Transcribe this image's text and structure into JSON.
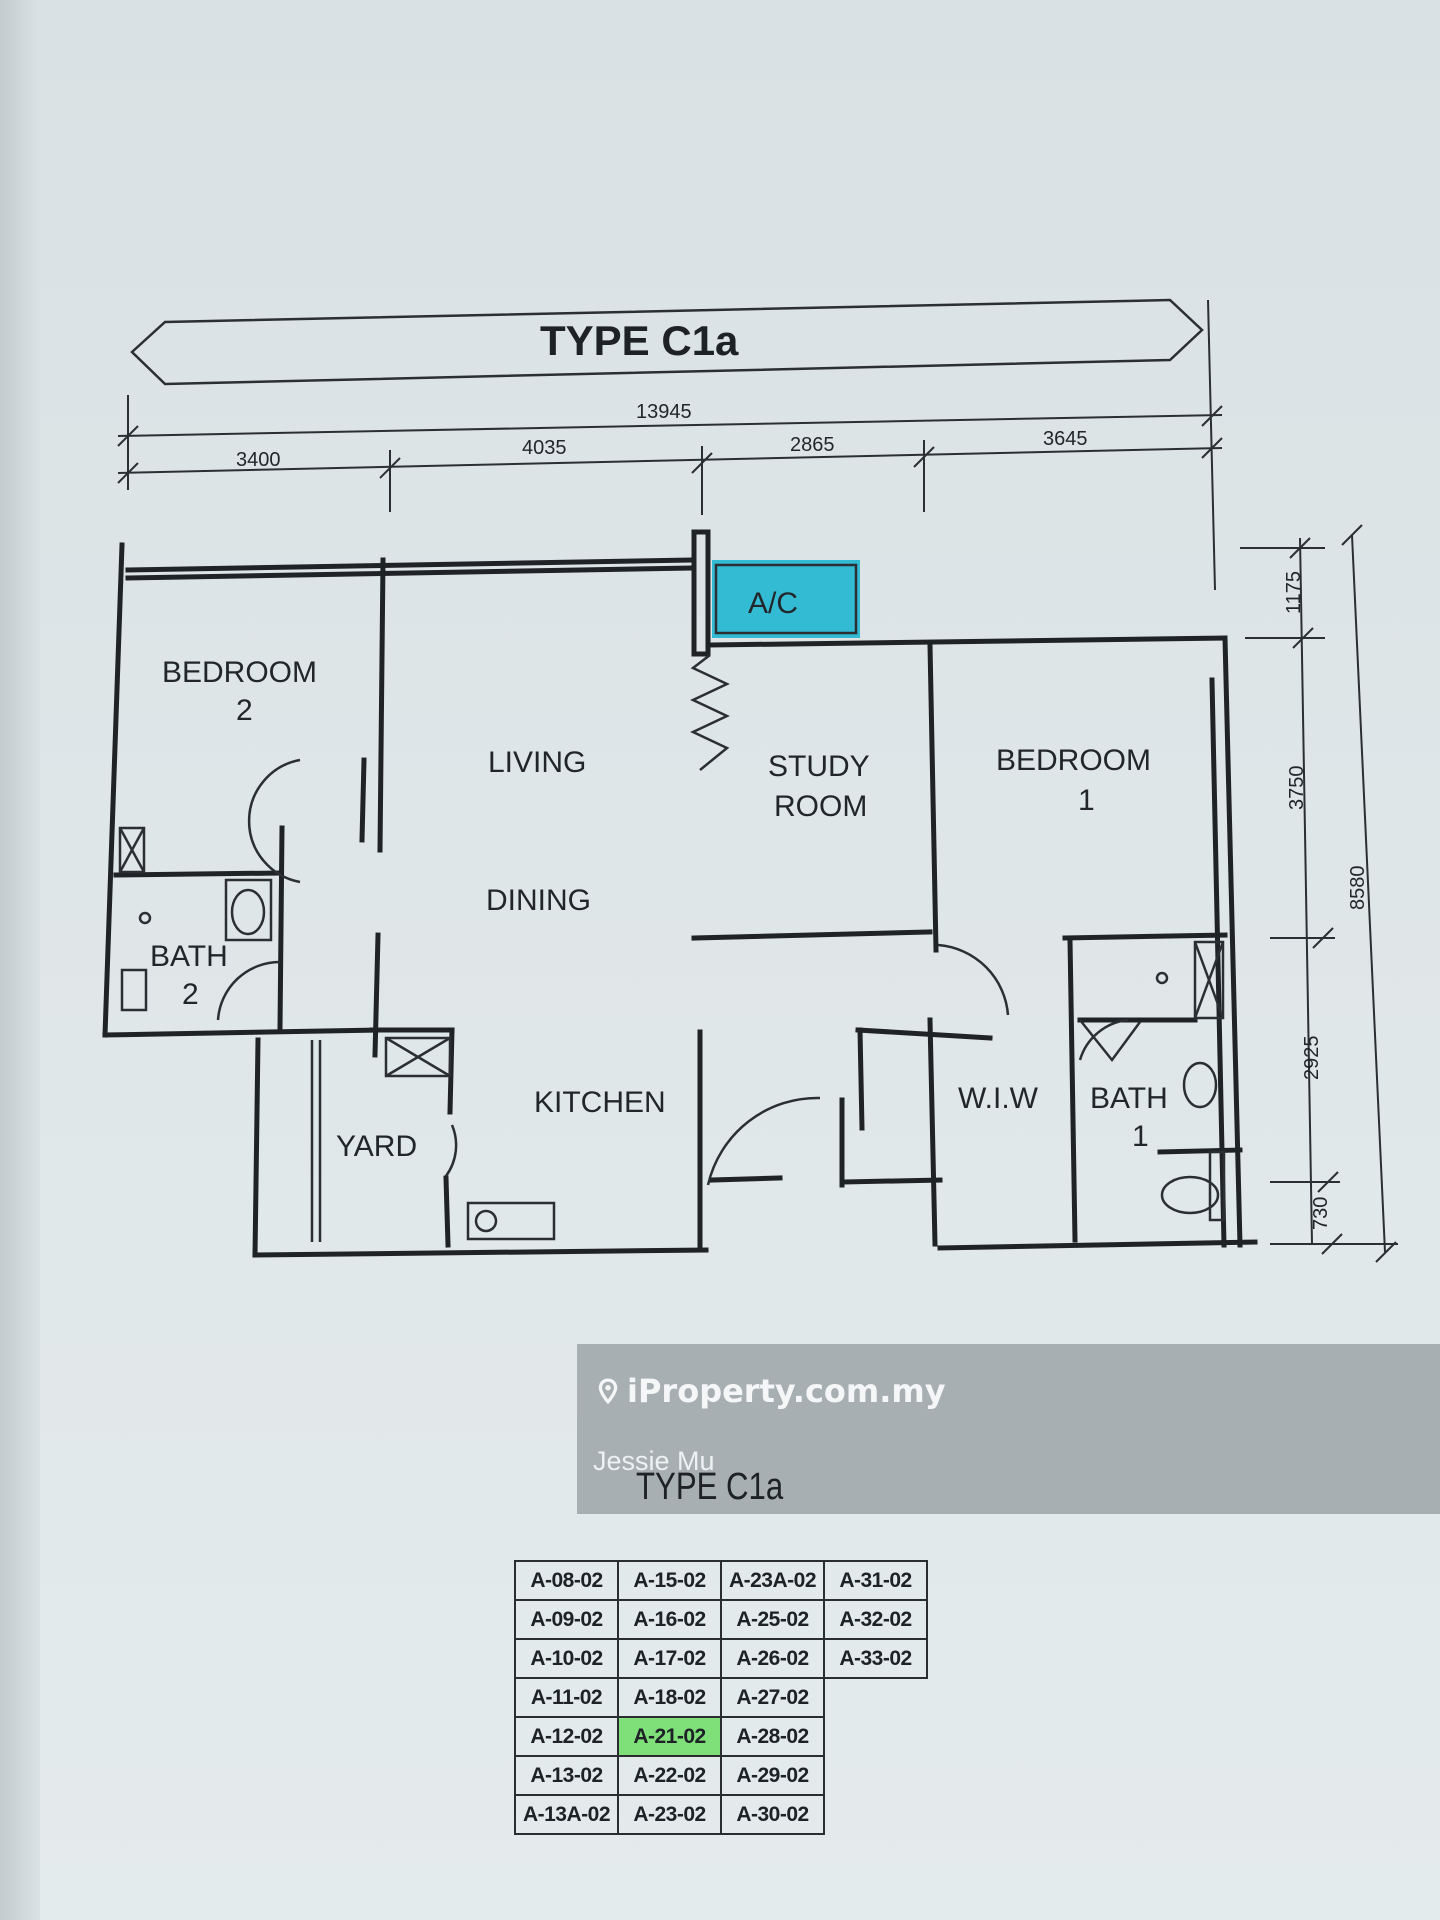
{
  "plan": {
    "title": "TYPE C1a",
    "dimensions": {
      "total_width": "13945",
      "segments": [
        "3400",
        "4035",
        "2865",
        "3645"
      ],
      "right_segments": [
        "1175",
        "3750",
        "2925",
        "730"
      ],
      "total_depth": "8580"
    },
    "rooms": {
      "bedroom2_line1": "BEDROOM",
      "bedroom2_line2": "2",
      "living": "LIVING",
      "dining": "DINING",
      "study_line1": "STUDY",
      "study_line2": "ROOM",
      "bedroom1_line1": "BEDROOM",
      "bedroom1_line2": "1",
      "bath2_line1": "BATH",
      "bath2_line2": "2",
      "kitchen": "KITCHEN",
      "yard": "YARD",
      "wiw": "W.I.W",
      "bath1_line1": "BATH",
      "bath1_line2": "1",
      "ac": "A/C"
    },
    "colors": {
      "ac_highlight": "#1fb6cf",
      "unit_highlight": "#7fe07a"
    }
  },
  "watermark": {
    "brand": "iProperty.com.my",
    "agent": "Jessie Mu",
    "icon": "location-pin-icon"
  },
  "subtitle": "TYPE C1a",
  "units": {
    "rows": [
      [
        "A-08-02",
        "A-15-02",
        "A-23A-02",
        "A-31-02"
      ],
      [
        "A-09-02",
        "A-16-02",
        "A-25-02",
        "A-32-02"
      ],
      [
        "A-10-02",
        "A-17-02",
        "A-26-02",
        "A-33-02"
      ],
      [
        "A-11-02",
        "A-18-02",
        "A-27-02",
        ""
      ],
      [
        "A-12-02",
        "A-21-02",
        "A-28-02",
        ""
      ],
      [
        "A-13-02",
        "A-22-02",
        "A-29-02",
        ""
      ],
      [
        "A-13A-02",
        "A-23-02",
        "A-30-02",
        ""
      ]
    ],
    "highlighted": "A-21-02"
  }
}
